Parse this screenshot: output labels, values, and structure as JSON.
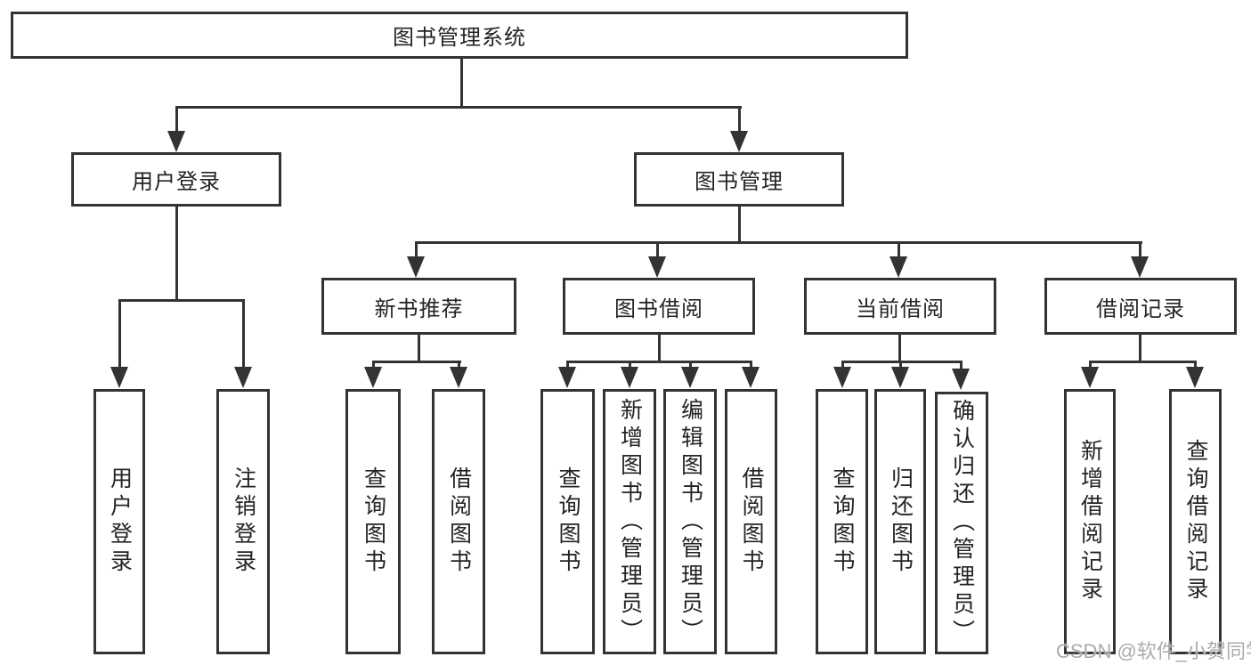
{
  "tree": {
    "root": "图书管理系统",
    "branches": [
      {
        "label": "用户登录",
        "leaves": [
          "用户登录",
          "注销登录"
        ]
      },
      {
        "label": "图书管理",
        "groups": [
          {
            "label": "新书推荐",
            "leaves": [
              "查询图书",
              "借阅图书"
            ]
          },
          {
            "label": "图书借阅",
            "leaves": [
              "查询图书",
              "新增图书（管理员）",
              "编辑图书（管理员）",
              "借阅图书"
            ]
          },
          {
            "label": "当前借阅",
            "leaves": [
              "查询图书",
              "归还图书",
              "确认归还（管理员）"
            ]
          },
          {
            "label": "借阅记录",
            "leaves": [
              "新增借阅记录",
              "查询借阅记录"
            ]
          }
        ]
      }
    ]
  },
  "watermark": {
    "text": "CSDN @软件_小贺同学"
  },
  "colors": {
    "line": "#333333",
    "text": "#242424",
    "watermark": "#ababab",
    "background": "#ffffff"
  }
}
